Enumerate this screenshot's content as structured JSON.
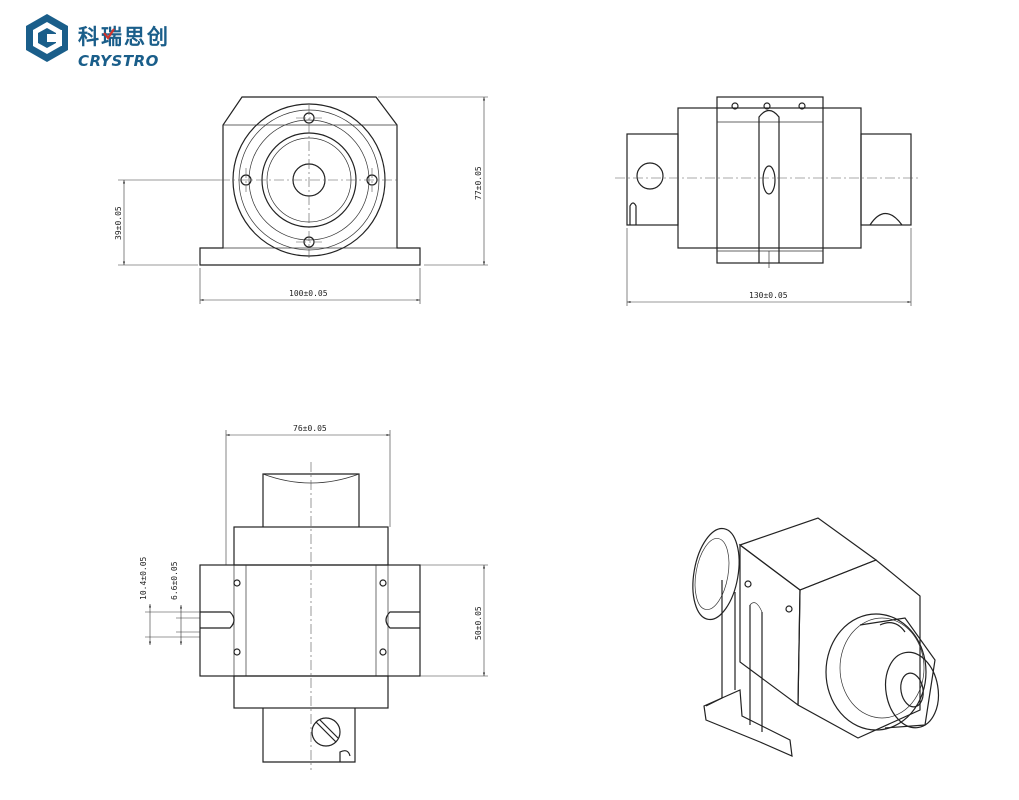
{
  "logo": {
    "name_cn": "科瑞思创",
    "name_en": "CRYSTRO",
    "brand_color": "#1a5e8a",
    "accent_color": "#d0342c"
  },
  "views": {
    "front": {
      "width_dim": "100±0.05",
      "height_dim": "77±0.05",
      "axis_dim": "39±0.05"
    },
    "side": {
      "length_dim": "130±0.05"
    },
    "top": {
      "width_dim": "76±0.05",
      "slot_dim_a": "10.4±0.05",
      "slot_dim_b": "6.6±0.05",
      "height_dim": "50±0.05"
    },
    "iso": {
      "label": ""
    }
  }
}
